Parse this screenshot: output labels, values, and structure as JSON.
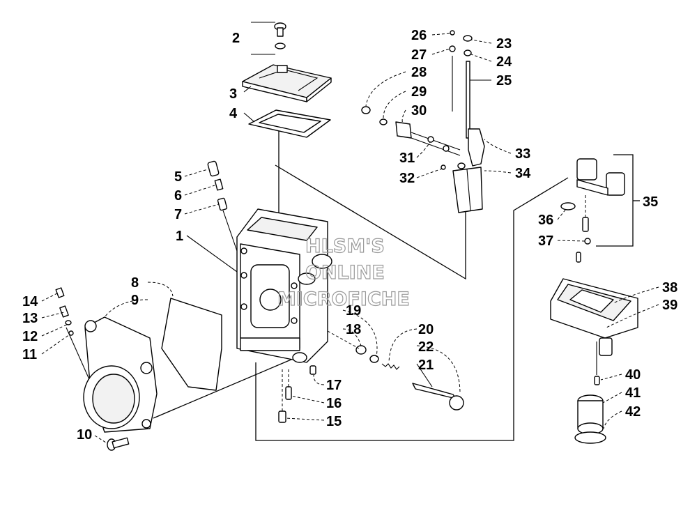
{
  "watermark": {
    "line1": "HLSM'S",
    "line2": "ONLINE",
    "line3": "MICROFICHE"
  },
  "callouts": [
    "1",
    "2",
    "3",
    "4",
    "5",
    "6",
    "7",
    "8",
    "9",
    "10",
    "11",
    "12",
    "13",
    "14",
    "15",
    "16",
    "17",
    "18",
    "19",
    "20",
    "21",
    "22",
    "23",
    "24",
    "25",
    "26",
    "27",
    "28",
    "29",
    "30",
    "31",
    "32",
    "33",
    "34",
    "35",
    "36",
    "37",
    "38",
    "39",
    "40",
    "41",
    "42"
  ],
  "colors": {
    "line": "#000000",
    "background": "#ffffff",
    "watermark": "#9a9a9a"
  }
}
